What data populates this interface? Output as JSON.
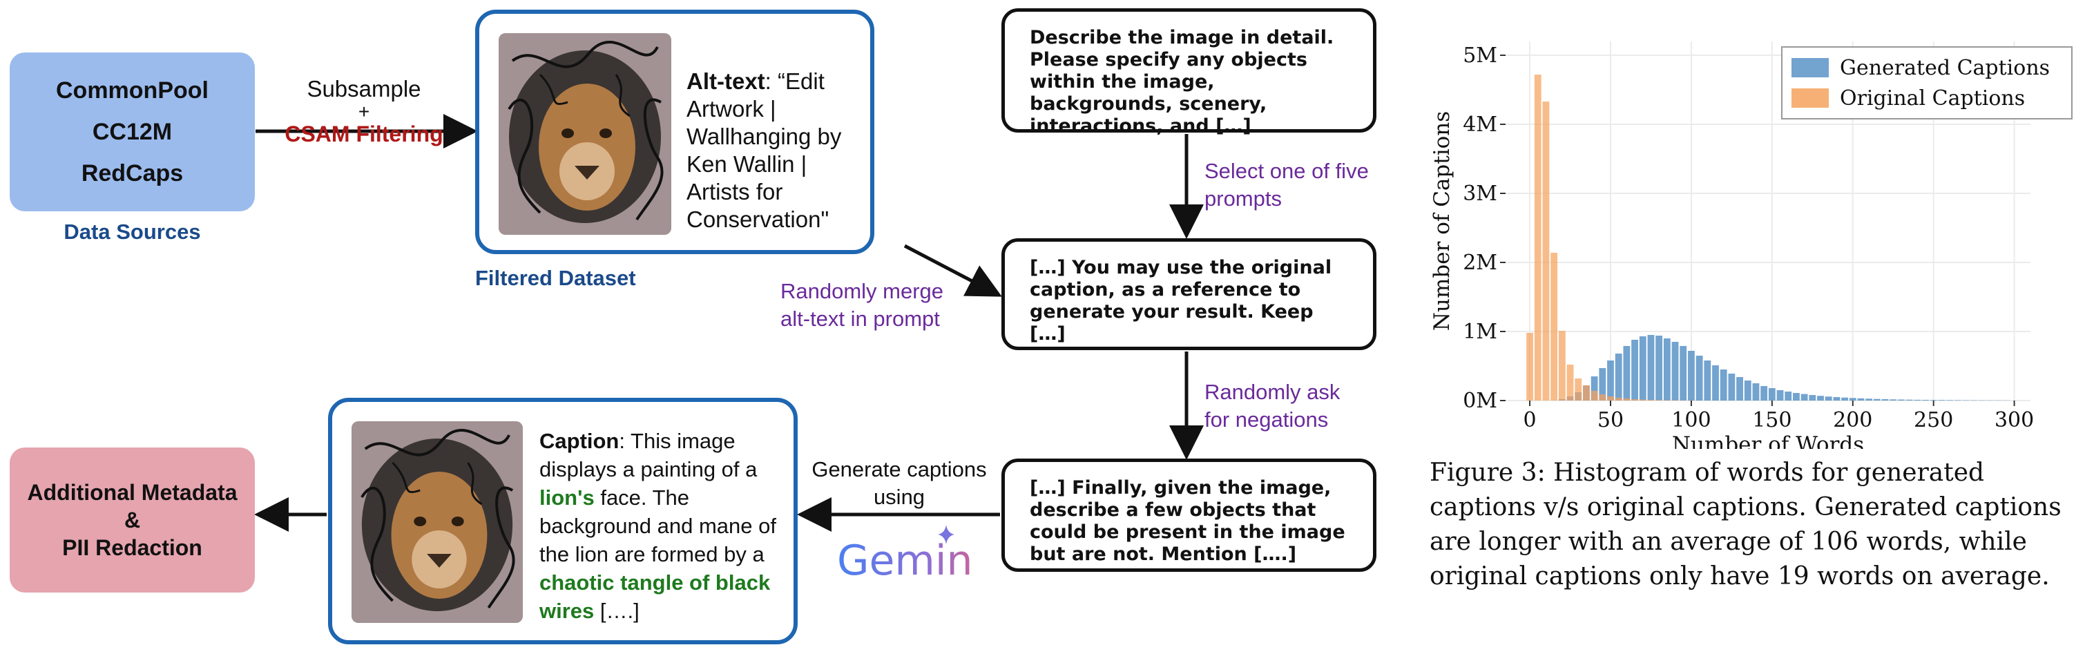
{
  "sources": {
    "items": [
      "CommonPool",
      "CC12M",
      "RedCaps"
    ],
    "label": "Data Sources"
  },
  "subsample": {
    "line1": "Subsample",
    "plus": "+",
    "csam": "CSAM Filtering"
  },
  "filtered": {
    "alt_label": "Alt-text",
    "alt_value": ": “Edit Artwork | Wallhanging by Ken Wallin | Artists for Conservation\"",
    "label": "Filtered Dataset"
  },
  "prompts": {
    "p1": "Describe the image in detail. Please specify any objects within the image, backgrounds, scenery, interactions, and […]",
    "p2": "[…] You may use the original caption, as a reference to generate your result. Keep […]",
    "p3": "[…] Finally, given the image, describe a few objects that could be present in the image but are not. Mention [….]"
  },
  "steps": {
    "select": "Select one of five prompts",
    "merge": "Randomly merge alt-text in prompt",
    "negations": "Randomly ask for negations",
    "generate": "Generate captions using"
  },
  "gemini_logo": "Gemini",
  "caption": {
    "label": "Caption",
    "t1": ": This image displays a painting of a ",
    "g1": "lion's",
    "t2": " face. The background and mane of the lion are formed by a ",
    "g2": "chaotic tangle of black wires",
    "t3": " [….]"
  },
  "metadata": {
    "line1": "Additional Metadata",
    "line2": "&",
    "line3": "PII Redaction"
  },
  "chart_data": {
    "type": "bar",
    "xlabel": "Number of Words",
    "ylabel": "Number of Captions",
    "xlim": [
      -15,
      310
    ],
    "ylim": [
      0,
      5200000
    ],
    "xticks": [
      0,
      50,
      100,
      150,
      200,
      250,
      300
    ],
    "yticks": [
      0,
      1000000,
      2000000,
      3000000,
      4000000,
      5000000
    ],
    "ytick_labels": [
      "0M",
      "1M",
      "2M",
      "3M",
      "4M",
      "5M"
    ],
    "bin_width": 5,
    "grid": true,
    "legend_position": "top-right",
    "series": [
      {
        "name": "Generated Captions",
        "color": "#5b93c7",
        "x": [
          0,
          5,
          10,
          15,
          20,
          25,
          30,
          35,
          40,
          45,
          50,
          55,
          60,
          65,
          70,
          75,
          80,
          85,
          90,
          95,
          100,
          105,
          110,
          115,
          120,
          125,
          130,
          135,
          140,
          145,
          150,
          155,
          160,
          165,
          170,
          175,
          180,
          185,
          190,
          195,
          200,
          205,
          210,
          215,
          220,
          225,
          230,
          235,
          240,
          245,
          250,
          255,
          260,
          265,
          270,
          275,
          280,
          285,
          290,
          295
        ],
        "values": [
          0,
          0,
          0,
          0,
          20000,
          60000,
          120000,
          220000,
          350000,
          470000,
          580000,
          680000,
          790000,
          880000,
          930000,
          950000,
          940000,
          900000,
          850000,
          790000,
          720000,
          650000,
          580000,
          510000,
          450000,
          390000,
          340000,
          290000,
          250000,
          210000,
          180000,
          150000,
          130000,
          110000,
          95000,
          80000,
          68000,
          58000,
          50000,
          43000,
          37000,
          32000,
          27000,
          23000,
          20000,
          17000,
          15000,
          13000,
          11000,
          10000,
          9000,
          8000,
          7000,
          6000,
          5000,
          4500,
          4000,
          3500,
          3000,
          2500
        ]
      },
      {
        "name": "Original Captions",
        "color": "#f5a25d",
        "x": [
          0,
          5,
          10,
          15,
          20,
          25,
          30,
          35,
          40,
          45,
          50,
          55,
          60,
          65,
          70,
          75,
          80,
          85,
          90,
          95,
          100
        ],
        "values": [
          980000,
          4720000,
          4330000,
          2140000,
          1010000,
          520000,
          320000,
          220000,
          140000,
          90000,
          60000,
          40000,
          30000,
          20000,
          15000,
          10000,
          8000,
          6000,
          4000,
          3000,
          2000
        ]
      }
    ]
  },
  "figure": {
    "number": "Figure 3:",
    "text": " Histogram of words for generated captions v/s original captions. Generated captions are longer with an average of 106 words, while original captions only have 19 words on average."
  },
  "colors": {
    "accent_blue": "#1e66b2",
    "csam_red": "#b01818",
    "step_purple": "#6a2a9b",
    "highlight_green": "#1e7a1e",
    "source_fill": "#9bbbed",
    "metadata_fill": "#e5a4ae"
  }
}
